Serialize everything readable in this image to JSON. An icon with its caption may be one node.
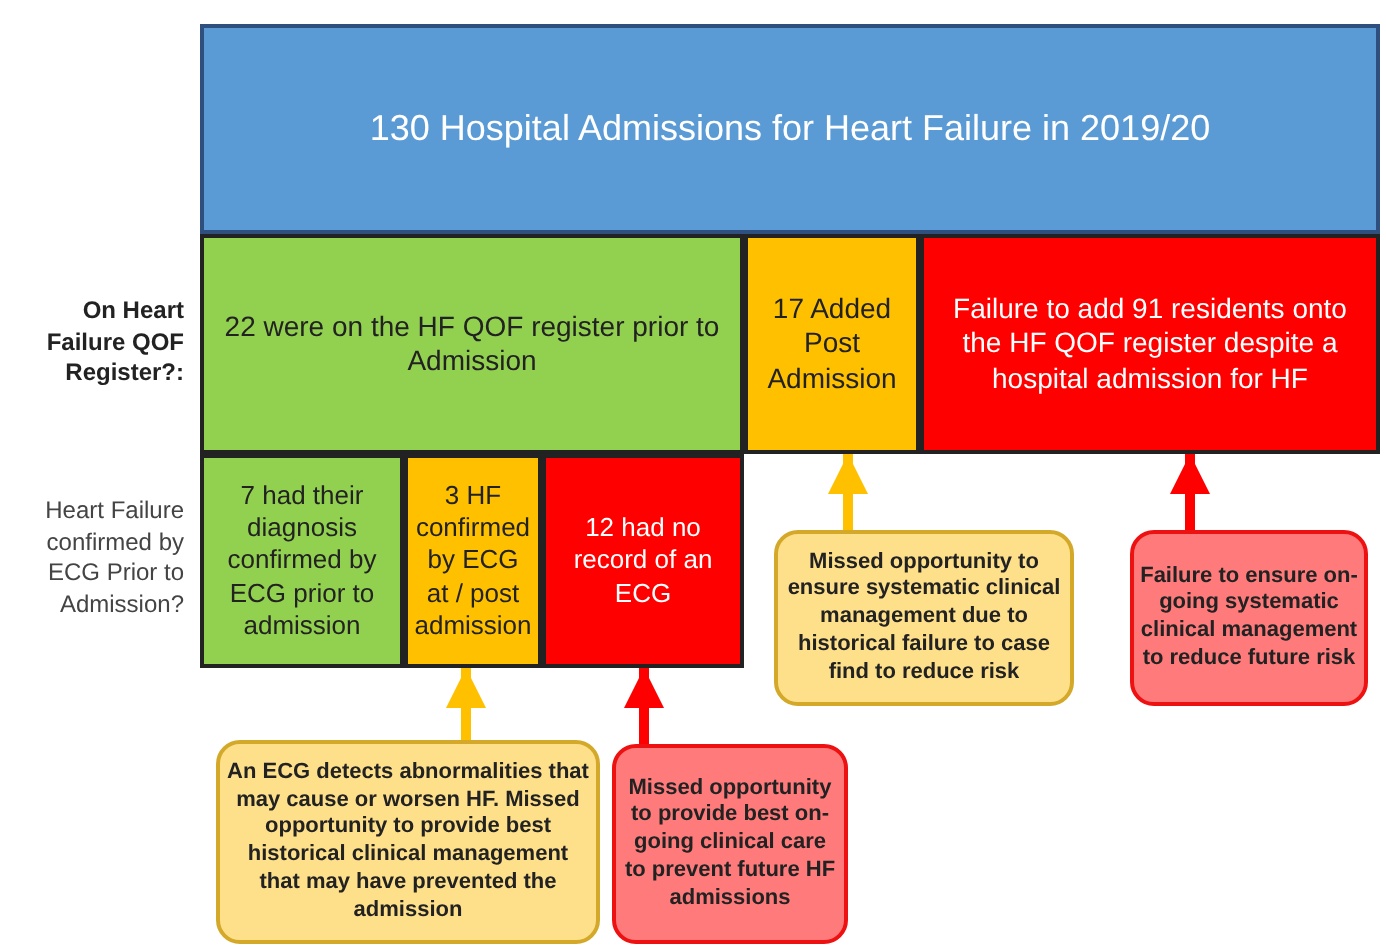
{
  "diagram": {
    "nodes": [
      {
        "text": [
          "130 Hospital Admissions for Heart Failure in 2019/20"
        ]
      },
      {
        "text": [
          "22 were on the HF QOF register prior to Admission"
        ]
      },
      {
        "text": [
          "17 Added Post Admission"
        ]
      },
      {
        "text": [
          "Failure to add 91 residents onto the HF QOF register despite a hospital admission for HF"
        ]
      },
      {
        "text": [
          "7 had their diagnosis confirmed by ECG prior to admission"
        ]
      },
      {
        "text": [
          "3 HF confirmed by ECG at / post admission"
        ]
      },
      {
        "text": [
          "12 had no record of an ECG"
        ]
      },
      {
        "text": [
          "Missed opportunity to ensure systematic clinical management due to historical failure to case find to reduce risk"
        ]
      },
      {
        "text": [
          "Failure to ensure on-going systematic clinical management to reduce future risk"
        ]
      },
      {
        "text": [
          "An ECG detects abnormalities that may cause or worsen HF. Missed opportunity to provide best historical clinical management that may have prevented the admission"
        ]
      },
      {
        "text": [
          "Missed opportunity to provide best on-going clinical care to prevent future HF admissions"
        ]
      }
    ],
    "edges": [
      {
        "from": 7,
        "to": 2,
        "arrow": "to",
        "color": "#ffc000"
      },
      {
        "from": 8,
        "to": 3,
        "arrow": "to",
        "color": "#ff0000"
      },
      {
        "from": 9,
        "to": 5,
        "arrow": "to",
        "color": "#ffc000"
      },
      {
        "from": 10,
        "to": 6,
        "arrow": "to",
        "color": "#ff0000"
      }
    ],
    "labels": [
      "On Heart Failure QOF Register?:",
      "Heart Failure confirmed by ECG Prior to Admission?"
    ]
  }
}
